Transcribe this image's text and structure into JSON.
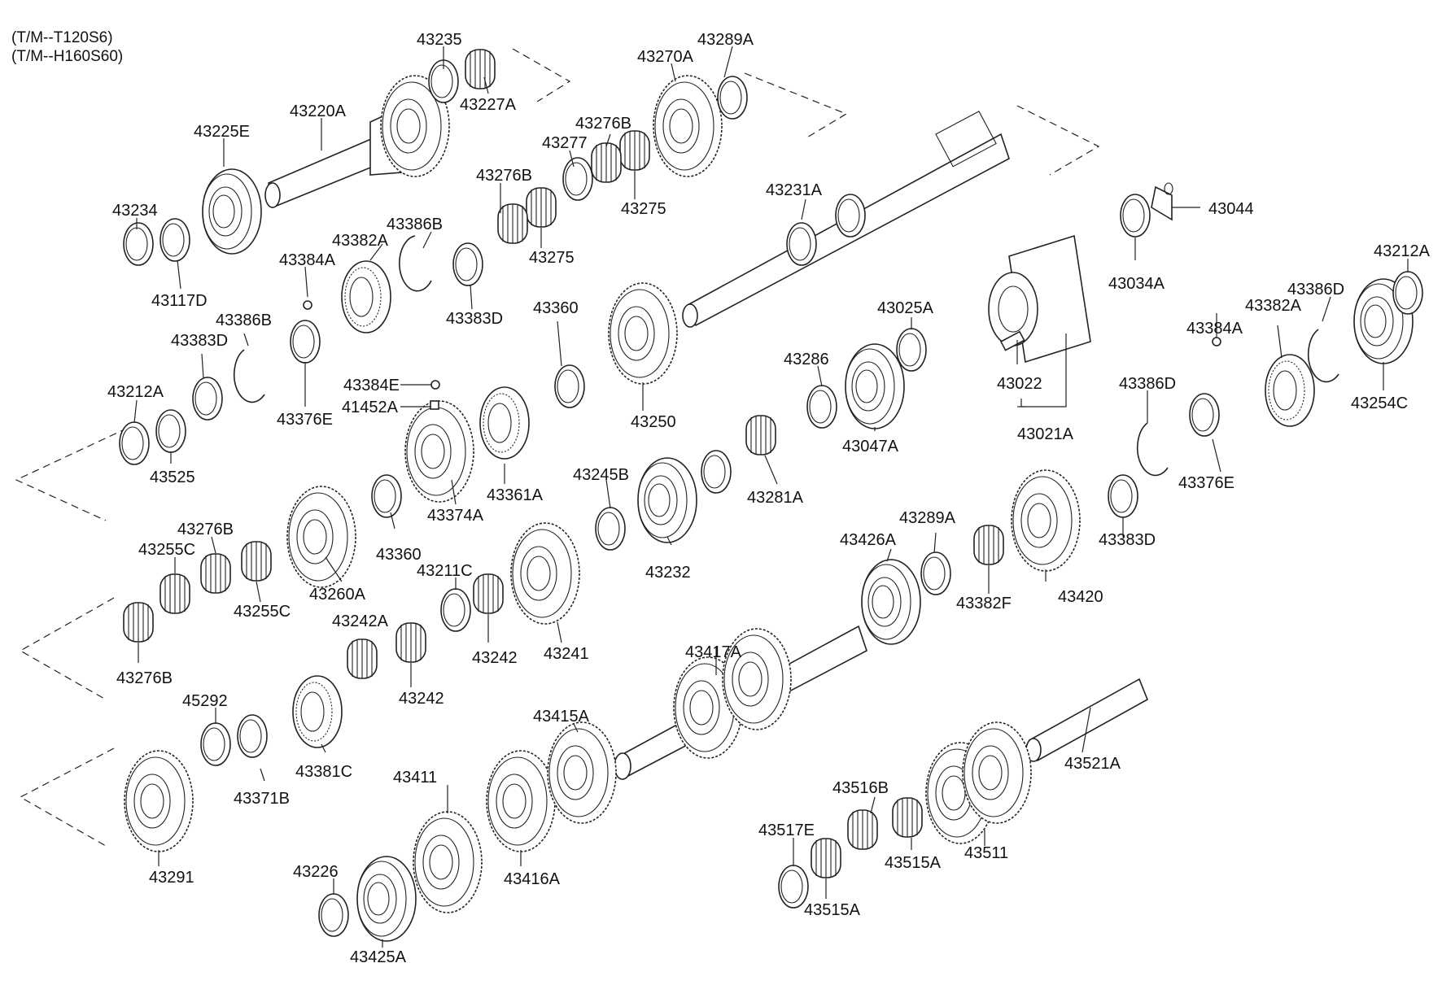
{
  "header": {
    "model_lines": [
      "(T/M--T120S6)",
      "(T/M--H160S60)"
    ]
  },
  "parts": [
    {
      "id": "p-43235",
      "label": "43235"
    },
    {
      "id": "p-43227A",
      "label": "43227A"
    },
    {
      "id": "p-43289A-top",
      "label": "43289A"
    },
    {
      "id": "p-43270A",
      "label": "43270A"
    },
    {
      "id": "p-43220A",
      "label": "43220A"
    },
    {
      "id": "p-43225E",
      "label": "43225E"
    },
    {
      "id": "p-43276B-a",
      "label": "43276B"
    },
    {
      "id": "p-43277",
      "label": "43277"
    },
    {
      "id": "p-43276B-b",
      "label": "43276B"
    },
    {
      "id": "p-43275-a",
      "label": "43275"
    },
    {
      "id": "p-43275-b",
      "label": "43275"
    },
    {
      "id": "p-43231A",
      "label": "43231A"
    },
    {
      "id": "p-43044",
      "label": "43044"
    },
    {
      "id": "p-43034A",
      "label": "43034A"
    },
    {
      "id": "p-43212A-right",
      "label": "43212A"
    },
    {
      "id": "p-43234",
      "label": "43234"
    },
    {
      "id": "p-43117D",
      "label": "43117D"
    },
    {
      "id": "p-43386B-top",
      "label": "43386B"
    },
    {
      "id": "p-43382A-left",
      "label": "43382A"
    },
    {
      "id": "p-43384A-left",
      "label": "43384A"
    },
    {
      "id": "p-43383D-top",
      "label": "43383D"
    },
    {
      "id": "p-43386D-right",
      "label": "43386D"
    },
    {
      "id": "p-43382A-right",
      "label": "43382A"
    },
    {
      "id": "p-43384A-right",
      "label": "43384A"
    },
    {
      "id": "p-43254C",
      "label": "43254C"
    },
    {
      "id": "p-43386B-mid",
      "label": "43386B"
    },
    {
      "id": "p-43383D-mid",
      "label": "43383D"
    },
    {
      "id": "p-43360-top",
      "label": "43360"
    },
    {
      "id": "p-43025A",
      "label": "43025A"
    },
    {
      "id": "p-43022",
      "label": "43022"
    },
    {
      "id": "p-43021A",
      "label": "43021A"
    },
    {
      "id": "p-43212A-left",
      "label": "43212A"
    },
    {
      "id": "p-43525",
      "label": "43525"
    },
    {
      "id": "p-43376E-left",
      "label": "43376E"
    },
    {
      "id": "p-43384E",
      "label": "43384E"
    },
    {
      "id": "p-41452A",
      "label": "41452A"
    },
    {
      "id": "p-43250",
      "label": "43250"
    },
    {
      "id": "p-43286",
      "label": "43286"
    },
    {
      "id": "p-43047A",
      "label": "43047A"
    },
    {
      "id": "p-43386D-mid",
      "label": "43386D"
    },
    {
      "id": "p-43376E-right",
      "label": "43376E"
    },
    {
      "id": "p-43361A",
      "label": "43361A"
    },
    {
      "id": "p-43374A",
      "label": "43374A"
    },
    {
      "id": "p-43245B",
      "label": "43245B"
    },
    {
      "id": "p-43281A",
      "label": "43281A"
    },
    {
      "id": "p-43276B-c",
      "label": "43276B"
    },
    {
      "id": "p-43255C-a",
      "label": "43255C"
    },
    {
      "id": "p-43255C-b",
      "label": "43255C"
    },
    {
      "id": "p-43260A",
      "label": "43260A"
    },
    {
      "id": "p-43360-mid",
      "label": "43360"
    },
    {
      "id": "p-43211C",
      "label": "43211C"
    },
    {
      "id": "p-43232",
      "label": "43232"
    },
    {
      "id": "p-43289A-mid",
      "label": "43289A"
    },
    {
      "id": "p-43426A",
      "label": "43426A"
    },
    {
      "id": "p-43383D-right",
      "label": "43383D"
    },
    {
      "id": "p-43420",
      "label": "43420"
    },
    {
      "id": "p-43382F",
      "label": "43382F"
    },
    {
      "id": "p-43242A",
      "label": "43242A"
    },
    {
      "id": "p-43242-a",
      "label": "43242"
    },
    {
      "id": "p-43241",
      "label": "43241"
    },
    {
      "id": "p-43276B-d",
      "label": "43276B"
    },
    {
      "id": "p-43242-b",
      "label": "43242"
    },
    {
      "id": "p-43417A",
      "label": "43417A"
    },
    {
      "id": "p-45292",
      "label": "45292"
    },
    {
      "id": "p-43381C",
      "label": "43381C"
    },
    {
      "id": "p-43371B",
      "label": "43371B"
    },
    {
      "id": "p-43415A",
      "label": "43415A"
    },
    {
      "id": "p-43521A",
      "label": "43521A"
    },
    {
      "id": "p-43411",
      "label": "43411"
    },
    {
      "id": "p-43516B",
      "label": "43516B"
    },
    {
      "id": "p-43517E",
      "label": "43517E"
    },
    {
      "id": "p-43515A-a",
      "label": "43515A"
    },
    {
      "id": "p-43511",
      "label": "43511"
    },
    {
      "id": "p-43291",
      "label": "43291"
    },
    {
      "id": "p-43226",
      "label": "43226"
    },
    {
      "id": "p-43416A",
      "label": "43416A"
    },
    {
      "id": "p-43515A-b",
      "label": "43515A"
    },
    {
      "id": "p-43425A",
      "label": "43425A"
    }
  ]
}
